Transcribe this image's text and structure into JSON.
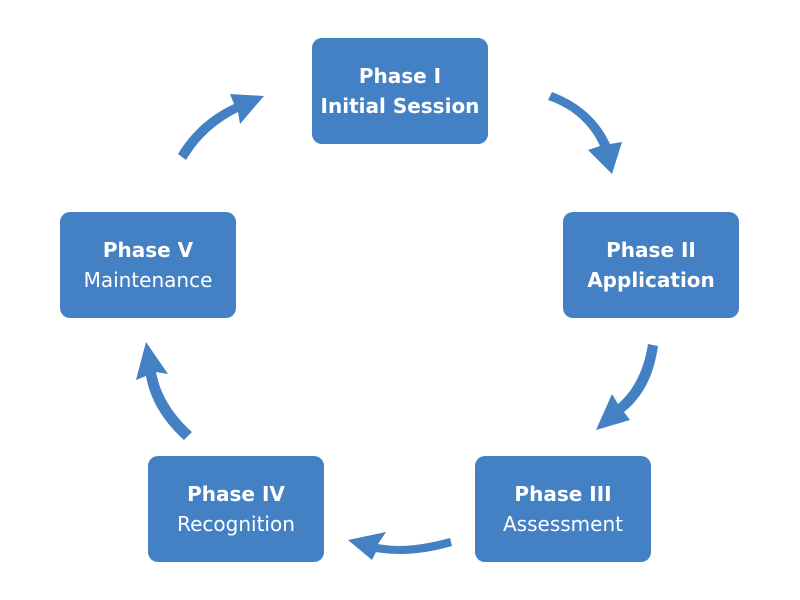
{
  "diagram": {
    "type": "cycle",
    "color": "#4480c4",
    "phases": [
      {
        "title": "Phase I",
        "subtitle": "Initial Session",
        "subtitle_bold": true
      },
      {
        "title": "Phase II",
        "subtitle": "Application",
        "subtitle_bold": true
      },
      {
        "title": "Phase III",
        "subtitle": "Assessment",
        "subtitle_bold": false
      },
      {
        "title": "Phase IV",
        "subtitle": "Recognition",
        "subtitle_bold": false
      },
      {
        "title": "Phase V",
        "subtitle": "Maintenance",
        "subtitle_bold": false
      }
    ],
    "arrows": [
      {
        "from": "Phase I",
        "to": "Phase II"
      },
      {
        "from": "Phase II",
        "to": "Phase III"
      },
      {
        "from": "Phase III",
        "to": "Phase IV"
      },
      {
        "from": "Phase IV",
        "to": "Phase V"
      },
      {
        "from": "Phase V",
        "to": "Phase I"
      }
    ]
  }
}
